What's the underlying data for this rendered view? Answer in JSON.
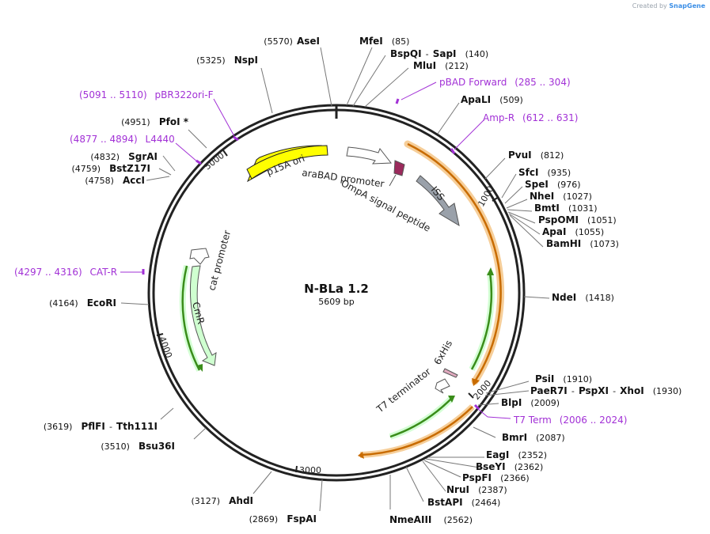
{
  "brand": {
    "prefix": "Created by",
    "name": "SnapGene"
  },
  "plasmid": {
    "name": "N-BLa 1.2",
    "length_label": "5609 bp",
    "length": 5609
  },
  "colors": {
    "backbone": "#222222",
    "primer": "#a231d6",
    "yellow": "#ffff00",
    "gray_arrow": "#9aa1aa",
    "green_arrow": "#cfffd0",
    "ompa": "#9b2a5c",
    "his": "#e1aabf",
    "orange_glow": "#f4c27f",
    "dark_orange": "#c86b00",
    "green_line": "#3a8d1a"
  },
  "ticks": [
    {
      "label": "1000"
    },
    {
      "label": "2000"
    },
    {
      "label": "3000"
    },
    {
      "label": "4000"
    },
    {
      "label": "5000"
    }
  ],
  "sites": [
    {
      "name": "AseI",
      "pos": "(5570)"
    },
    {
      "name": "MfeI",
      "pos": "(85)"
    },
    {
      "name": "BspQI",
      "sep": "-",
      "name2": "SapI",
      "pos": "(140)"
    },
    {
      "name": "MluI",
      "pos": "(212)"
    },
    {
      "name": "ApaLI",
      "pos": "(509)"
    },
    {
      "name": "PvuI",
      "pos": "(812)"
    },
    {
      "name": "SfcI",
      "pos": "(935)"
    },
    {
      "name": "SpeI",
      "pos": "(976)"
    },
    {
      "name": "NheI",
      "pos": "(1027)"
    },
    {
      "name": "BmtI",
      "pos": "(1031)"
    },
    {
      "name": "PspOMI",
      "pos": "(1051)"
    },
    {
      "name": "ApaI",
      "pos": "(1055)"
    },
    {
      "name": "BamHI",
      "pos": "(1073)"
    },
    {
      "name": "NdeI",
      "pos": "(1418)"
    },
    {
      "name": "PsiI",
      "pos": "(1910)"
    },
    {
      "name": "PaeR7I",
      "sep": "-",
      "name2": "PspXI",
      "sep2": "-",
      "name3": "XhoI",
      "pos": "(1930)"
    },
    {
      "name": "BlpI",
      "pos": "(2009)"
    },
    {
      "name": "BmrI",
      "pos": "(2087)"
    },
    {
      "name": "EagI",
      "pos": "(2352)"
    },
    {
      "name": "BseYI",
      "pos": "(2362)"
    },
    {
      "name": "PspFI",
      "pos": "(2366)"
    },
    {
      "name": "NruI",
      "pos": "(2387)"
    },
    {
      "name": "BstAPI",
      "pos": "(2464)"
    },
    {
      "name": "NmeAIII",
      "pos": "(2562)"
    },
    {
      "name": "FspAI",
      "pos": "(2869)"
    },
    {
      "name": "AhdI",
      "pos": "(3127)"
    },
    {
      "name": "Bsu36I",
      "pos": "(3510)"
    },
    {
      "name": "PflFI",
      "sep": "-",
      "name2": "Tth111I",
      "pos": "(3619)"
    },
    {
      "name": "EcoRI",
      "pos": "(4164)"
    },
    {
      "name": "AccI",
      "pos": "(4758)"
    },
    {
      "name": "BstZ17I",
      "pos": "(4759)"
    },
    {
      "name": "SgrAI",
      "pos": "(4832)"
    },
    {
      "name": "PfoI *",
      "pos": "(4951)"
    },
    {
      "name": "NspI",
      "pos": "(5325)"
    }
  ],
  "primers": [
    {
      "name": "pBR322ori-F",
      "range": "(5091 .. 5110)"
    },
    {
      "name": "L4440",
      "range": "(4877 .. 4894)"
    },
    {
      "name": "pBAD Forward",
      "range": "(285 .. 304)"
    },
    {
      "name": "Amp-R",
      "range": "(612 .. 631)"
    },
    {
      "name": "CAT-R",
      "range": "(4297 .. 4316)"
    },
    {
      "name": "T7 Term",
      "range": "(2006 .. 2024)"
    }
  ],
  "features": [
    {
      "label": "p15A ori"
    },
    {
      "label": "araBAD promoter"
    },
    {
      "label": "OmpA signal peptide"
    },
    {
      "label": "ISS"
    },
    {
      "label": "cat promoter"
    },
    {
      "label": "CmR"
    },
    {
      "label": "6xHis"
    },
    {
      "label": "T7 terminator"
    }
  ]
}
